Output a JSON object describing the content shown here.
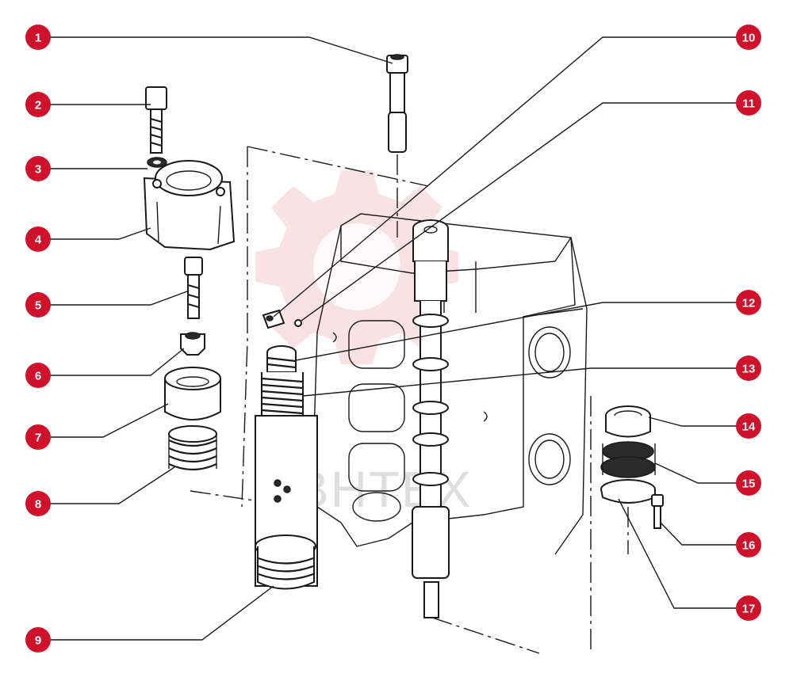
{
  "diagram": {
    "callouts": [
      {
        "label": "1"
      },
      {
        "label": "2"
      },
      {
        "label": "3"
      },
      {
        "label": "4"
      },
      {
        "label": "5"
      },
      {
        "label": "6"
      },
      {
        "label": "7"
      },
      {
        "label": "8"
      },
      {
        "label": "9"
      },
      {
        "label": "10"
      },
      {
        "label": "11"
      },
      {
        "label": "12"
      },
      {
        "label": "13"
      },
      {
        "label": "14"
      },
      {
        "label": "15"
      },
      {
        "label": "16"
      },
      {
        "label": "17"
      }
    ],
    "callout_color": "#d0112b",
    "watermark_text": "BHTEX",
    "watermark_color": "#d94a55"
  }
}
